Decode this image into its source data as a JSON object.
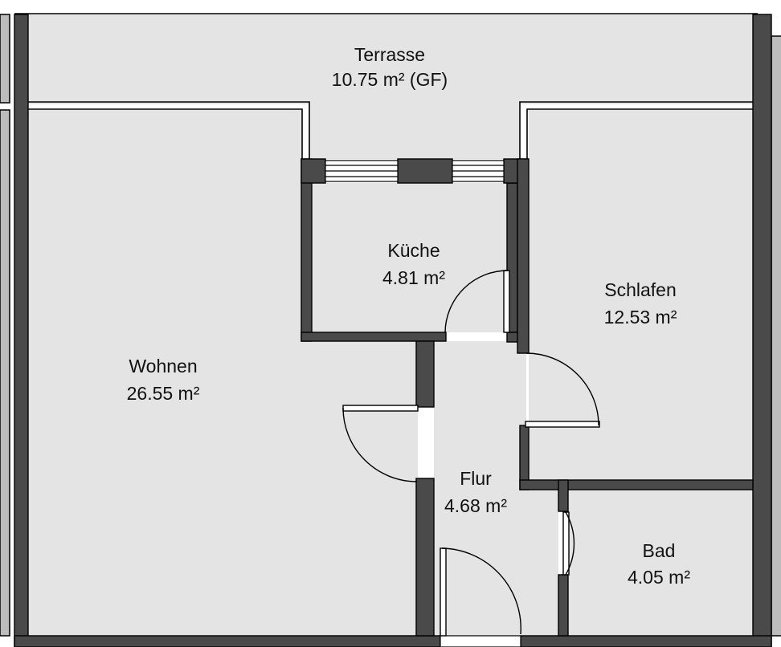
{
  "plan": {
    "colors": {
      "floor": "#e4e4e4",
      "wall": "#4a4a4a",
      "outline": "#000000",
      "window_pane": "#ffffff",
      "text": "#111111"
    },
    "rooms": [
      {
        "id": "terrasse",
        "name": "Terrasse",
        "area": "10.75 m² (GF)"
      },
      {
        "id": "kueche",
        "name": "Küche",
        "area": "4.81 m²"
      },
      {
        "id": "schlafen",
        "name": "Schlafen",
        "area": "12.53 m²"
      },
      {
        "id": "wohnen",
        "name": "Wohnen",
        "area": "26.55 m²"
      },
      {
        "id": "flur",
        "name": "Flur",
        "area": "4.68 m²"
      },
      {
        "id": "bad",
        "name": "Bad",
        "area": "4.05 m²"
      }
    ]
  }
}
